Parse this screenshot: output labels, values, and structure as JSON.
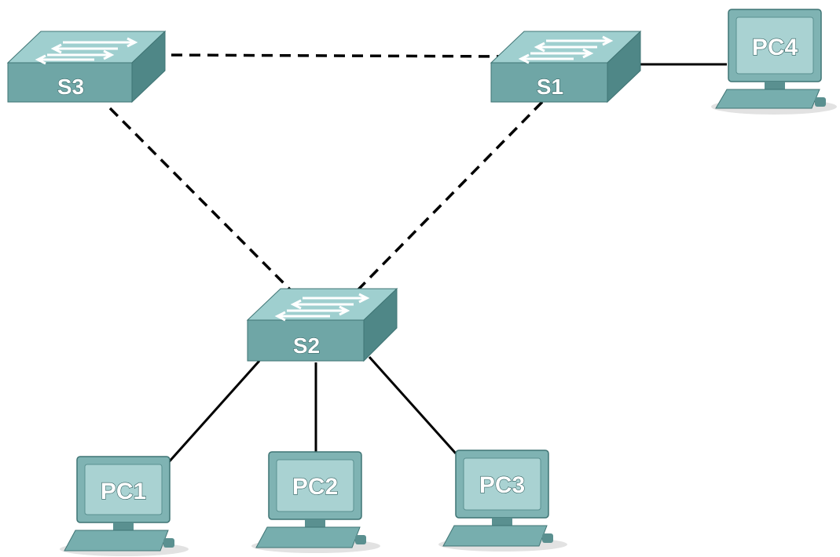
{
  "colors": {
    "device_top": "#9fcfcf",
    "device_front": "#6fa6a6",
    "device_side": "#4f8787",
    "device_edge": "#3f7474",
    "arrow": "#ffffff",
    "link_solid": "#000000",
    "link_dashed": "#000000",
    "pc_screen": "#7fb3b3",
    "pc_screen_inner": "#a9d2d2",
    "pc_body": "#77aeae",
    "shadow": "#d9d9d9"
  },
  "diagram": {
    "switches": [
      {
        "id": "S3",
        "label": "S3"
      },
      {
        "id": "S1",
        "label": "S1"
      },
      {
        "id": "S2",
        "label": "S2"
      }
    ],
    "pcs": [
      {
        "id": "PC4",
        "label": "PC4"
      },
      {
        "id": "PC1",
        "label": "PC1"
      },
      {
        "id": "PC2",
        "label": "PC2"
      },
      {
        "id": "PC3",
        "label": "PC3"
      }
    ],
    "links": [
      {
        "from": "S3",
        "to": "S1",
        "style": "dashed"
      },
      {
        "from": "S3",
        "to": "S2",
        "style": "dashed"
      },
      {
        "from": "S1",
        "to": "S2",
        "style": "dashed"
      },
      {
        "from": "S1",
        "to": "PC4",
        "style": "solid"
      },
      {
        "from": "S2",
        "to": "PC1",
        "style": "solid"
      },
      {
        "from": "S2",
        "to": "PC2",
        "style": "solid"
      },
      {
        "from": "S2",
        "to": "PC3",
        "style": "solid"
      }
    ]
  }
}
